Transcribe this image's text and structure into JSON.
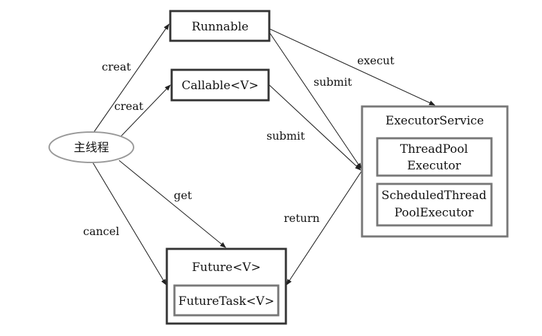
{
  "nodes": {
    "main_thread": "主线程",
    "runnable": "Runnable",
    "callable": "Callable<V>",
    "executor_service": "ExecutorService",
    "thread_pool_executor_line1": "ThreadPool",
    "thread_pool_executor_line2": "Executor",
    "scheduled_executor_line1": "ScheduledThread",
    "scheduled_executor_line2": "PoolExecutor",
    "future": "Future<V>",
    "future_task": "FutureTask<V>"
  },
  "edges": {
    "creat_runnable": "creat",
    "creat_callable": "creat",
    "execut": "execut",
    "submit_runnable": "submit",
    "submit_callable": "submit",
    "get": "get",
    "cancel": "cancel",
    "return": "return"
  },
  "colors": {
    "box_border": "#333333",
    "inner_box_border": "#777777",
    "ellipse_border": "#999999",
    "arrow": "#222222"
  }
}
